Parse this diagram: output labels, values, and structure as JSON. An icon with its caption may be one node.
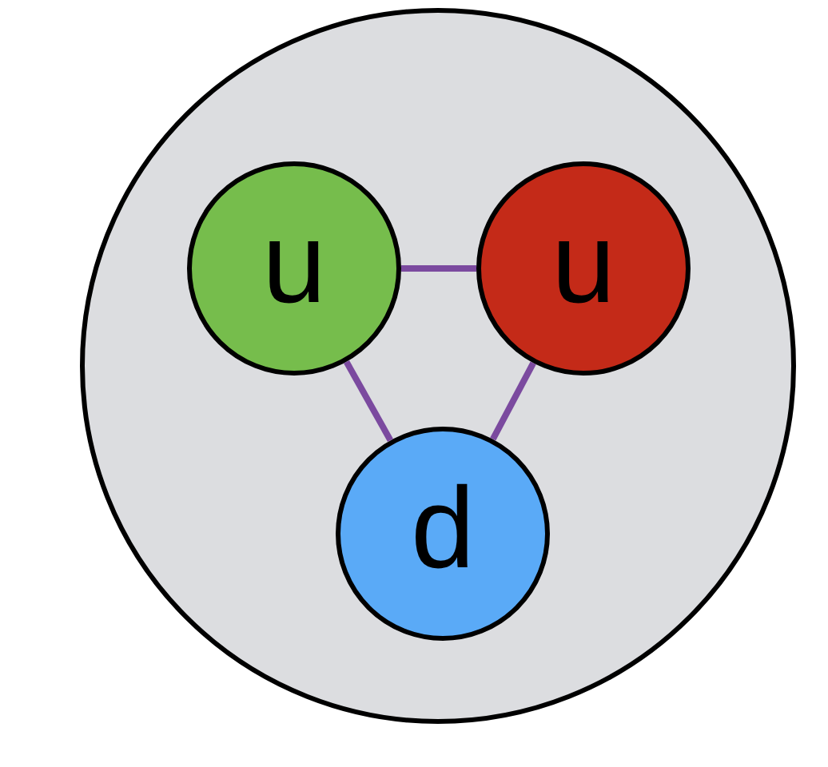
{
  "diagram": {
    "nodes": [
      {
        "text": [],
        "shape": "circle"
      },
      {
        "text": [
          "u"
        ],
        "in": 0
      },
      {
        "text": [
          "u"
        ],
        "in": 0
      },
      {
        "text": [
          "d"
        ],
        "in": 0
      }
    ],
    "edges": [
      {
        "from": 1,
        "to": 2,
        "arrow": "none"
      },
      {
        "from": 1,
        "to": 3,
        "arrow": "none"
      },
      {
        "from": 2,
        "to": 3,
        "arrow": "none"
      }
    ]
  }
}
